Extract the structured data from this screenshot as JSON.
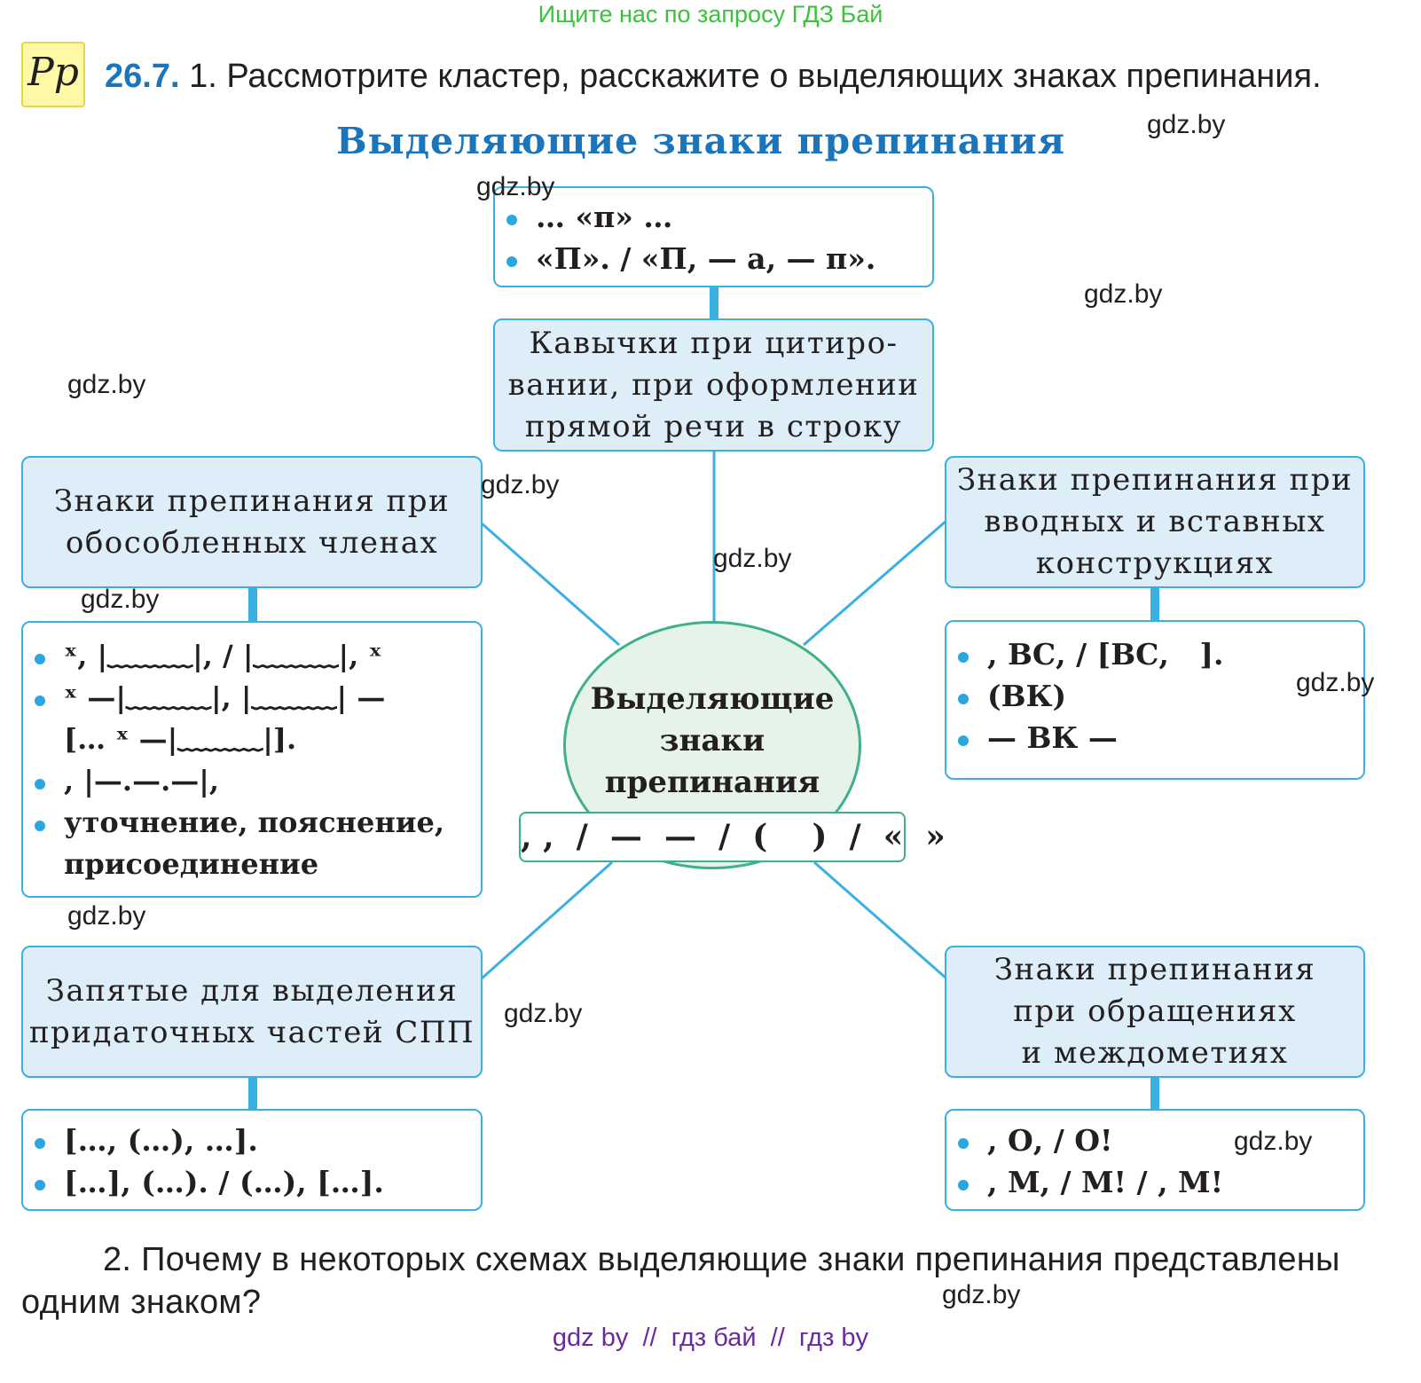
{
  "banner": "Ищите нас по запросу ГДЗ Бай",
  "logo_text": "Pp",
  "task": {
    "number": "26.7.",
    "text": "1. Рассмотрите кластер, расскажите о выделяющих знаках препинания."
  },
  "cluster_title": "Выделяющие знаки препинания",
  "center": {
    "label": [
      "Выделяющие",
      "знаки",
      "препинания"
    ],
    "marks": ", ,  /  —  —  /  (    )  /  «  »"
  },
  "boxes": {
    "quotes": {
      "title": [
        "Кавычки при цитиро-",
        "вании, при оформлении",
        "прямой речи в строку"
      ],
      "items": [
        "… «п» …",
        "«П». / «П, — а, — п»."
      ]
    },
    "isolated": {
      "title": [
        "Знаки препинания при",
        "обособленных членах"
      ],
      "items": [
        "ˣ, |﹏﹏﹏|, / |﹏﹏﹏|, ˣ",
        "ˣ —|﹏﹏﹏|, |﹏﹏﹏| —\n[… ˣ —|﹏﹏﹏|].",
        ", |—.—.—|,",
        "уточнение, пояснение,\nприсоединение"
      ]
    },
    "introductory": {
      "title": [
        "Знаки препинания при",
        "вводных и вставных",
        "конструкциях"
      ],
      "items": [
        ", ВС, / [ВС,   ].",
        "(ВК)",
        "— ВК —"
      ]
    },
    "subordinate": {
      "title": [
        "Запятые для выделения",
        "придаточных частей СПП"
      ],
      "items": [
        "[…, (…), …].",
        "[…], (…). / (…), […]."
      ]
    },
    "address": {
      "title": [
        "Знаки препинания",
        "при обращениях",
        "и междометиях"
      ],
      "items": [
        ", О, / О!",
        ", М, / М! / , М!"
      ]
    }
  },
  "watermark": "gdz.by",
  "question_2": "2. Почему в некоторых схемах выделяющие знаки препинания представлены одним знаком?",
  "footer": "gdz by  //  гдз бай  //  гдз by",
  "colors": {
    "accent_blue": "#1b75bb",
    "box_border": "#3ab0e2",
    "box_fill": "#ddeef9",
    "center_fill": "#e6f3e8",
    "center_border": "#3fb18a",
    "banner_green": "#3cc13c",
    "footer_purple": "#6a2b9a"
  }
}
